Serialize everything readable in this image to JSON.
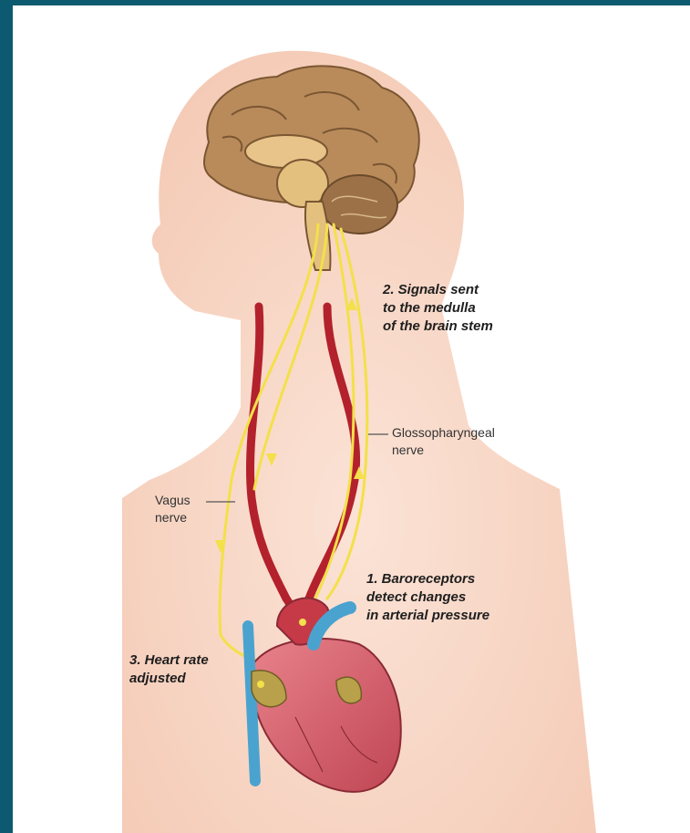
{
  "steps": [
    {
      "lines": [
        "2. Signals sent",
        "to the medulla",
        "of the brain stem"
      ]
    },
    {
      "lines": [
        "1. Baroreceptors",
        "detect changes",
        "in arterial pressure"
      ]
    },
    {
      "lines": [
        "3. Heart rate",
        "adjusted"
      ]
    }
  ],
  "nerves": {
    "glossopharyngeal": [
      "Glossopharyngeal",
      "nerve"
    ],
    "vagus": [
      "Vagus",
      "nerve"
    ]
  },
  "colors": {
    "frame": "#0c5a70",
    "skin": "#f8d7c6",
    "brain": "#b98b5b",
    "artery": "#b3212c",
    "nerve": "#f3e04a",
    "heart": "#d9626e",
    "vein": "#4aa3cf"
  }
}
